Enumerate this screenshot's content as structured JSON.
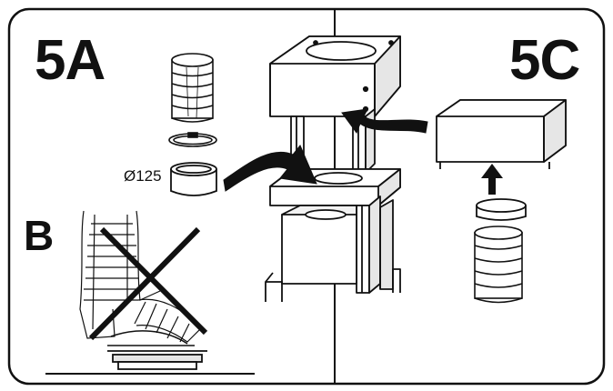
{
  "labels": {
    "step_5a": "5A",
    "step_5c": "5C",
    "step_b": "B",
    "diameter": "Ø125"
  },
  "colors": {
    "ink": "#111111",
    "paper": "#ffffff",
    "shade": "#d9d9d9"
  }
}
